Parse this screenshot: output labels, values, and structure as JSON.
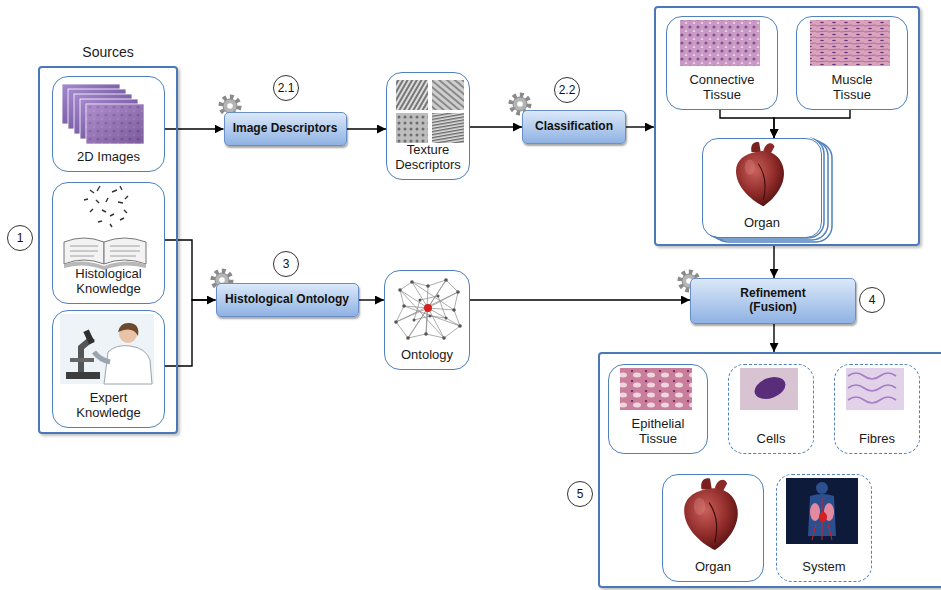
{
  "diagram": {
    "nodes": [
      {
        "text": [
          "Sources"
        ]
      },
      {
        "text": [
          "2D Images"
        ],
        "in": 0
      },
      {
        "text": [
          "Histological Knowledge"
        ],
        "in": 0
      },
      {
        "text": [
          "Expert Knowledge"
        ],
        "in": 0
      },
      {
        "text": [
          "Image Descriptors"
        ]
      },
      {
        "text": [
          "Texture Descriptors"
        ]
      },
      {
        "text": [
          "Classification"
        ]
      },
      {
        "text": []
      },
      {
        "text": [
          "Connective Tissue"
        ],
        "in": 7
      },
      {
        "text": [
          "Muscle Tissue"
        ],
        "in": 7
      },
      {
        "text": [
          "Organ"
        ],
        "in": 7
      },
      {
        "text": [
          "Histological Ontology"
        ]
      },
      {
        "text": [
          "Ontology"
        ]
      },
      {
        "text": [
          "Refinement (Fusion)"
        ]
      },
      {
        "text": []
      },
      {
        "text": [
          "Epithelial Tissue"
        ],
        "in": 14
      },
      {
        "text": [
          "Cells"
        ],
        "in": 14
      },
      {
        "text": [
          "Fibres"
        ],
        "in": 14
      },
      {
        "text": [
          "Organ"
        ],
        "in": 14
      },
      {
        "text": [
          "System"
        ],
        "in": 14
      }
    ],
    "edges": [
      {
        "from": 1,
        "to": 4,
        "arrow": "to"
      },
      {
        "from": 4,
        "to": 5,
        "arrow": "to"
      },
      {
        "from": 5,
        "to": 6,
        "arrow": "to"
      },
      {
        "from": 6,
        "to": 7,
        "arrow": "to"
      },
      {
        "from": 8,
        "to": 10,
        "arrow": "to"
      },
      {
        "from": 9,
        "to": 10,
        "arrow": "to"
      },
      {
        "from": 2,
        "to": 11,
        "arrow": "to"
      },
      {
        "from": 3,
        "to": 11,
        "arrow": "to"
      },
      {
        "from": 11,
        "to": 12,
        "arrow": "to"
      },
      {
        "from": 12,
        "to": 13,
        "arrow": "to"
      },
      {
        "from": 7,
        "to": 13,
        "arrow": "to"
      },
      {
        "from": 13,
        "to": 14,
        "arrow": "to"
      }
    ],
    "labels": [
      "1",
      "2.1",
      "2.2",
      "3",
      "4",
      "5"
    ]
  }
}
